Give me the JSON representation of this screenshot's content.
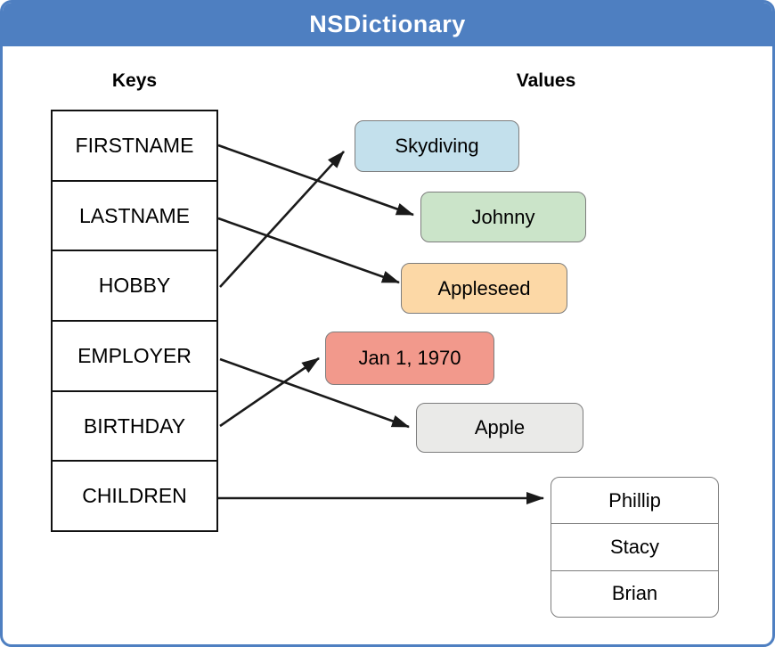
{
  "header": {
    "title": "NSDictionary"
  },
  "theme": {
    "frame_blue": "#4e7fc1",
    "arrow_color": "#1a1a1a",
    "box_border_gray": "#7d7d7d"
  },
  "keys": {
    "heading": "Keys",
    "rows": [
      "FIRSTNAME",
      "LASTNAME",
      "HOBBY",
      "EMPLOYER",
      "BIRTHDAY",
      "CHILDREN"
    ]
  },
  "values": {
    "heading": "Values",
    "boxes": [
      {
        "label": "Skydiving",
        "color": "#c3e0ec"
      },
      {
        "label": "Johnny",
        "color": "#cbe4c9"
      },
      {
        "label": "Appleseed",
        "color": "#fcd8a6"
      },
      {
        "label": "Jan 1, 1970",
        "color": "#f2998c"
      },
      {
        "label": "Apple",
        "color": "#eaeae8"
      }
    ],
    "children_list": {
      "rows": [
        "Phillip",
        "Stacy",
        "Brian"
      ],
      "color": "#ffffff"
    }
  },
  "mappings": [
    {
      "key": "FIRSTNAME",
      "value": "Johnny"
    },
    {
      "key": "LASTNAME",
      "value": "Appleseed"
    },
    {
      "key": "HOBBY",
      "value": "Skydiving"
    },
    {
      "key": "EMPLOYER",
      "value": "Apple"
    },
    {
      "key": "BIRTHDAY",
      "value": "Jan 1, 1970"
    },
    {
      "key": "CHILDREN",
      "value": "Phillip, Stacy, Brian"
    }
  ]
}
